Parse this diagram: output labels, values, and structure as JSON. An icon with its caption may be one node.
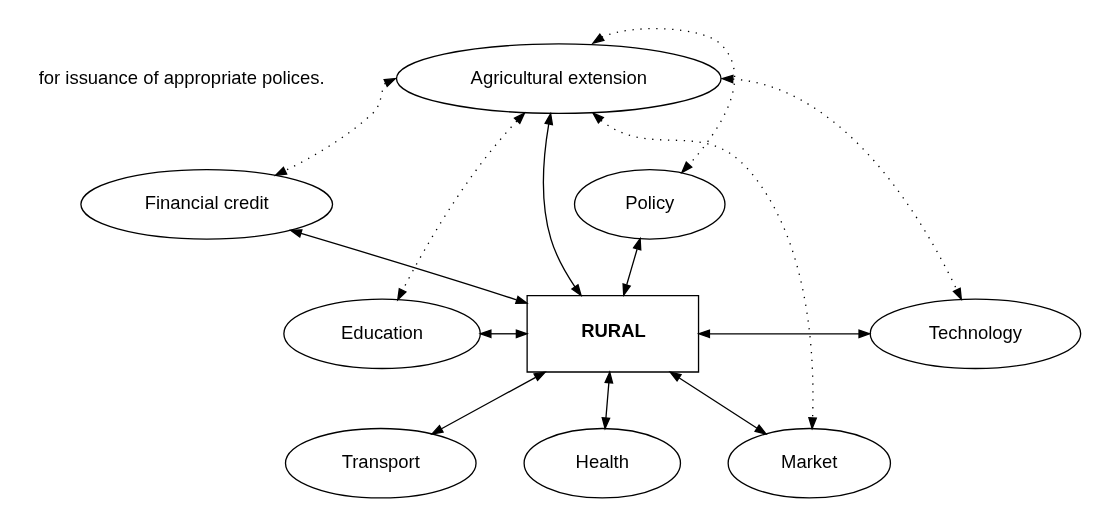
{
  "diagram": {
    "nodes": [
      {
        "text": [
          "Agricultural extension"
        ]
      },
      {
        "text": [
          "Financial credit"
        ]
      },
      {
        "text": [
          "Policy"
        ]
      },
      {
        "text": [
          "Education"
        ]
      },
      {
        "text": [
          "RURAL"
        ]
      },
      {
        "text": [
          "Technology"
        ]
      },
      {
        "text": [
          "Health"
        ]
      },
      {
        "text": [
          "Transport"
        ]
      },
      {
        "text": [
          "Market"
        ]
      }
    ],
    "edges": [
      {
        "from": 0,
        "to": 4,
        "arrow": "both"
      },
      {
        "from": 1,
        "to": 4,
        "arrow": "both"
      },
      {
        "from": 2,
        "to": 4,
        "arrow": "both"
      },
      {
        "from": 3,
        "to": 4,
        "arrow": "both"
      },
      {
        "from": 4,
        "to": 5,
        "arrow": "both"
      },
      {
        "from": 4,
        "to": 6,
        "arrow": "both"
      },
      {
        "from": 4,
        "to": 7,
        "arrow": "both"
      },
      {
        "from": 4,
        "to": 8,
        "arrow": "both"
      },
      {
        "from": 0,
        "to": 1,
        "arrow": "both",
        "style": "dashed"
      },
      {
        "from": 0,
        "to": 2,
        "arrow": "both",
        "style": "dashed"
      },
      {
        "from": 0,
        "to": 3,
        "arrow": "both",
        "style": "dashed"
      },
      {
        "from": 0,
        "to": 5,
        "arrow": "both",
        "style": "dashed"
      },
      {
        "from": 0,
        "to": 8,
        "arrow": "both",
        "style": "dashed"
      }
    ],
    "labels": [
      "for issuance of appropriate polices."
    ]
  }
}
